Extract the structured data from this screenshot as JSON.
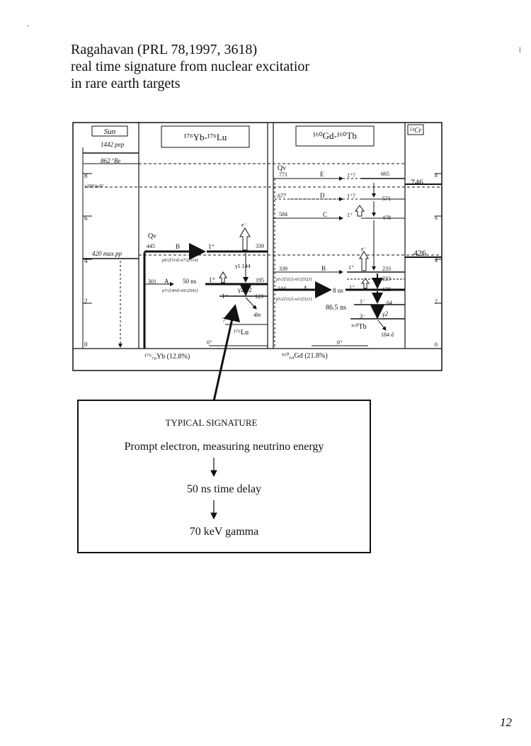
{
  "title": {
    "line1": "Ragahavan (PRL 78,1997, 3618)",
    "line2": "real time signature from nuclear excitatior",
    "line3": "in rare earth targets"
  },
  "diagram": {
    "panels": {
      "sun": "Sun",
      "yb_lu": "¹⁷⁶Yb-¹⁷⁶Lu",
      "gd_tb": "¹⁶⁰Gd-¹⁶⁰Tb",
      "cr": "⁵¹Cr"
    },
    "sun_axis": {
      "ticks": [
        "8",
        "6",
        "4",
        "2",
        "0"
      ],
      "unit": "x100 keV",
      "labels": {
        "pep": "1442 pep",
        "be7": "862 ⁷Be",
        "pp": "420 max pp"
      }
    },
    "yb": {
      "qv": "Qν",
      "level_445": "445",
      "b": "B",
      "b_spin": "1⁺",
      "level_339": "339",
      "b_config": "p9/2[514]-n7/2[514]",
      "level_301": "301",
      "a": "A",
      "time_50ns": "50 ns",
      "a_spin": "1⁺",
      "a_config": "p7/2[404]-n9/2[642]",
      "gamma_144": "γ1 144",
      "level_195": "195",
      "gamma_72": "γ2 72",
      "spin_1minus": "1⁻",
      "level_123": "123",
      "half_life": "4hr",
      "spin_7minus": "7⁻",
      "lu": "¹⁷⁶Lu",
      "ground": "0⁺",
      "electron": "e⁻",
      "target": "¹⁷⁶₇₀Yb (12.8%)"
    },
    "gd": {
      "qv": "Qν",
      "level_771": "771",
      "e": "E",
      "e_spin": "1⁺?",
      "level_665": "665",
      "level_677": "677",
      "d": "D",
      "d_spin": "1⁺?",
      "level_571": "571",
      "level_584": "584",
      "c": "C",
      "c_spin": "1⁺",
      "level_478": "478",
      "level_339": "339",
      "b": "B",
      "b_spin": "1⁺",
      "level_233": "233",
      "b_config": "p5/2[532]-n5/2[523]",
      "level_223": "223",
      "level_244": "244",
      "a": "A",
      "time_8ns": "8 ns",
      "a_spin": "1⁺",
      "level_139": "139",
      "a_config": "p5/2[532]-n3/2[521]",
      "time_86ns": "86.5 ns",
      "spin_1minus": "1⁻",
      "level_64": "64",
      "spin_3minus": "3⁻",
      "gamma_2": "γ2",
      "tb": "¹⁶⁰Tb",
      "half_life": "184 d",
      "ground": "0⁺",
      "electron": "e⁻",
      "target": "¹⁶⁰₆₄Gd (21.8%)"
    },
    "cr": {
      "level_746": "746",
      "level_426": "426",
      "ticks": [
        "8",
        "6",
        "4",
        "2",
        "0"
      ]
    }
  },
  "signature": {
    "heading": "TYPICAL SIGNATURE",
    "step1": "Prompt electron, measuring neutrino energy",
    "step2": "50 ns time delay",
    "step3": "70 keV gamma"
  },
  "page_number": "12"
}
